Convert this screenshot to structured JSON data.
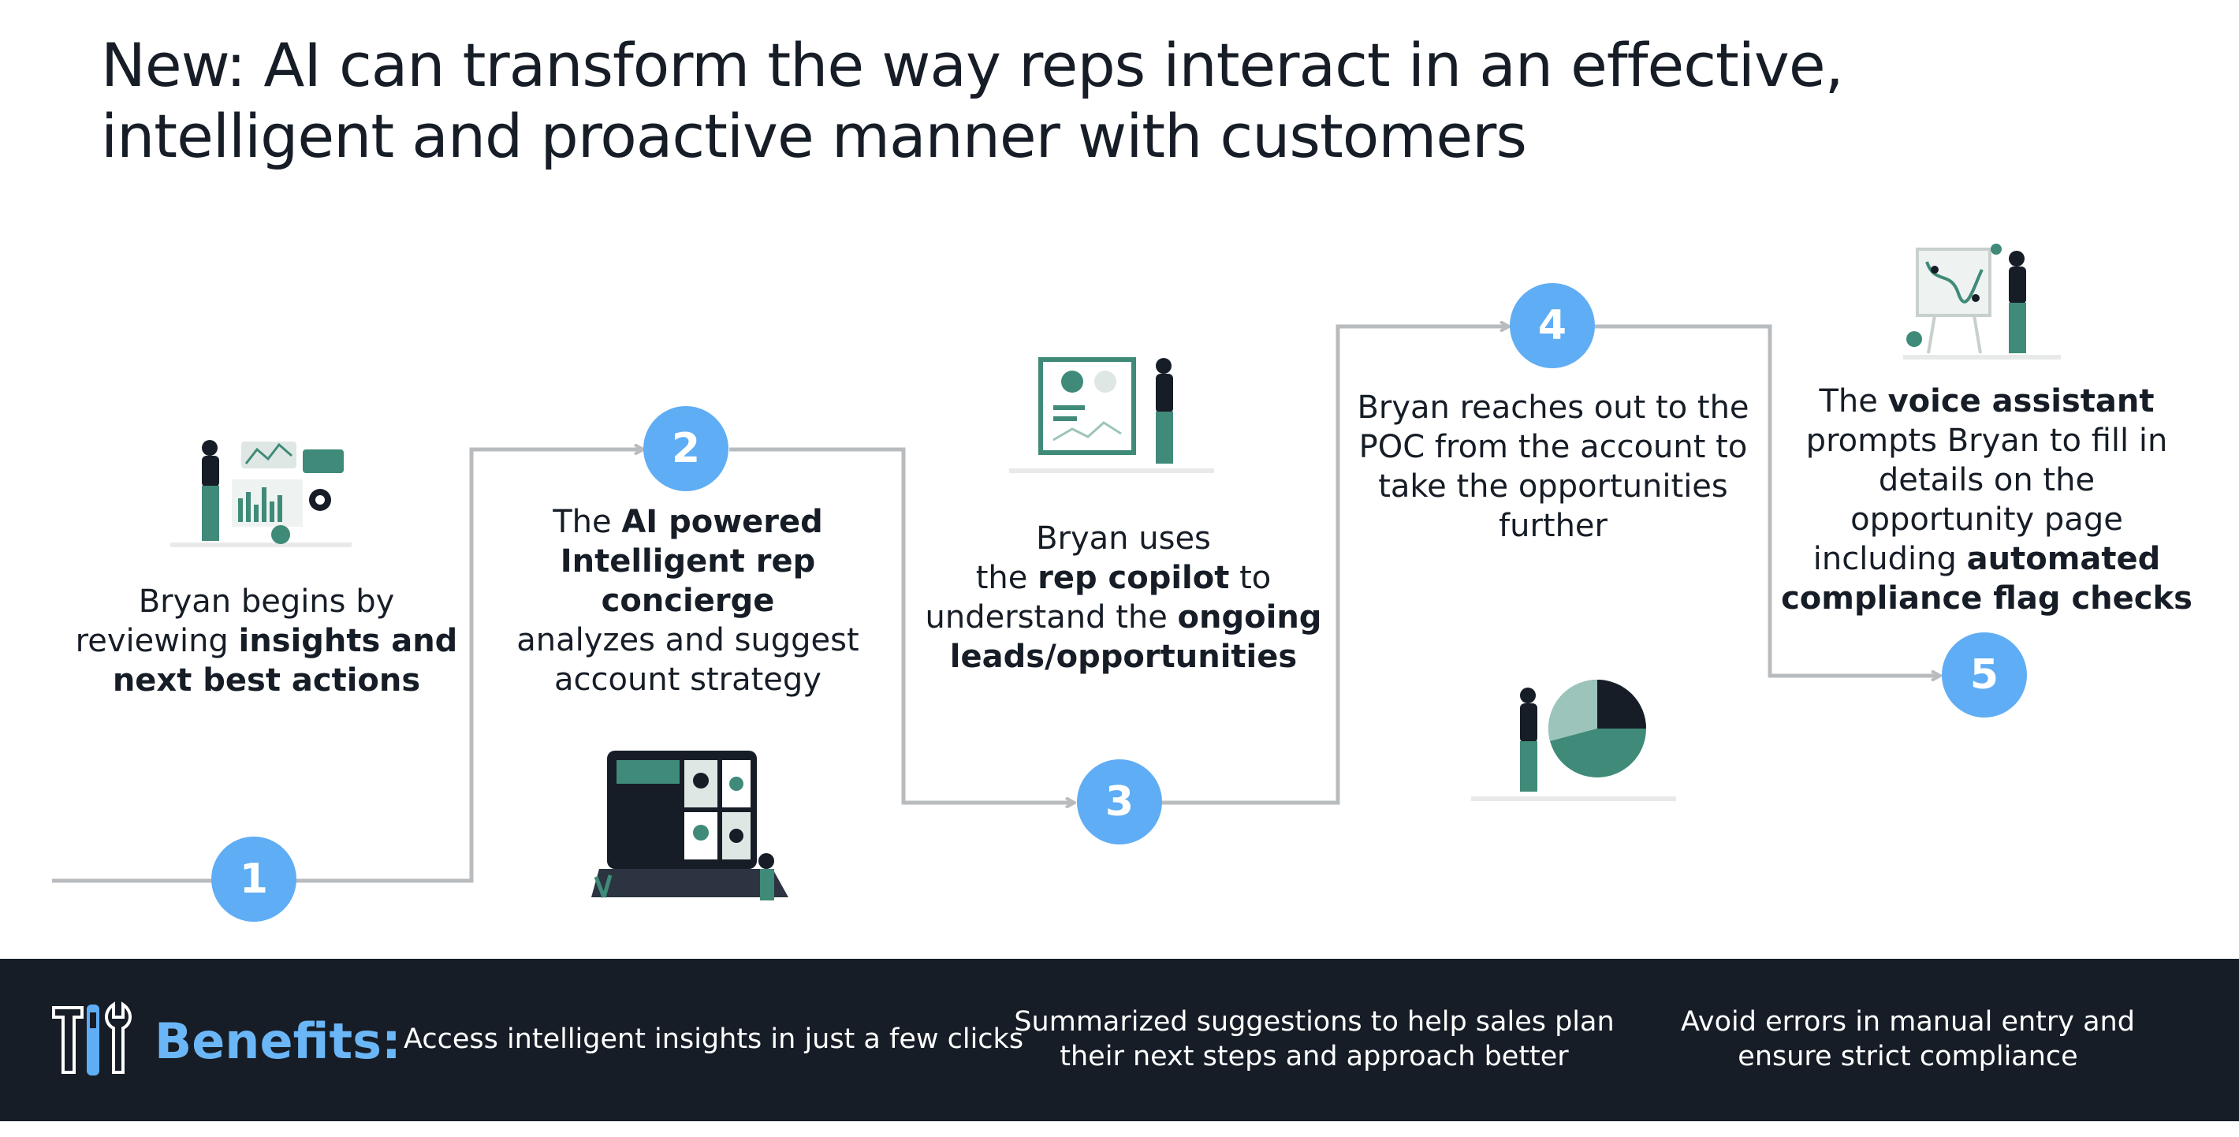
{
  "title": {
    "line1": "New: AI can transform the way reps interact in an effective,",
    "line2": "intelligent and proactive manner with customers"
  },
  "steps": [
    {
      "number": "1",
      "t1": "Bryan begins by",
      "t2": "reviewing ",
      "t2b": "insights and",
      "t3b": "next best actions"
    },
    {
      "number": "2",
      "t1": "The ",
      "t1b": "AI powered",
      "t2b": "Intelligent rep concierge",
      "t3": "analyzes and suggest",
      "t4": "account strategy"
    },
    {
      "number": "3",
      "t1": "Bryan uses",
      "t2": "the ",
      "t2b": "rep copilot",
      "t2c": " to",
      "t3": "understand the ",
      "t3b": "ongoing",
      "t4b": "leads/opportunities"
    },
    {
      "number": "4",
      "t1": "Bryan reaches out to the",
      "t2": "POC from the account to",
      "t3": "take the opportunities",
      "t4": "further"
    },
    {
      "number": "5",
      "t1": "The ",
      "t1b": "voice assistant",
      "t2": "prompts Bryan to fill in",
      "t3": "details on the",
      "t4": "opportunity page",
      "t5": "including ",
      "t5b": "automated",
      "t6b": "compliance flag checks"
    }
  ],
  "benefits": {
    "title": "Benefits:",
    "items": [
      {
        "l1": "Access intelligent insights in just a few clicks"
      },
      {
        "l1": "Summarized suggestions to help sales plan",
        "l2": "their next steps and approach better"
      },
      {
        "l1": "Avoid errors in manual entry and",
        "l2": "ensure strict compliance"
      }
    ]
  },
  "colors": {
    "badge": "#5fadf4",
    "line": "#b9bcbf",
    "footer_bg": "#161d26",
    "benefits_title": "#6bb6f6",
    "illustration_teal": "#3f8a78",
    "text": "#161d26"
  },
  "icons": [
    "tools-icon"
  ]
}
